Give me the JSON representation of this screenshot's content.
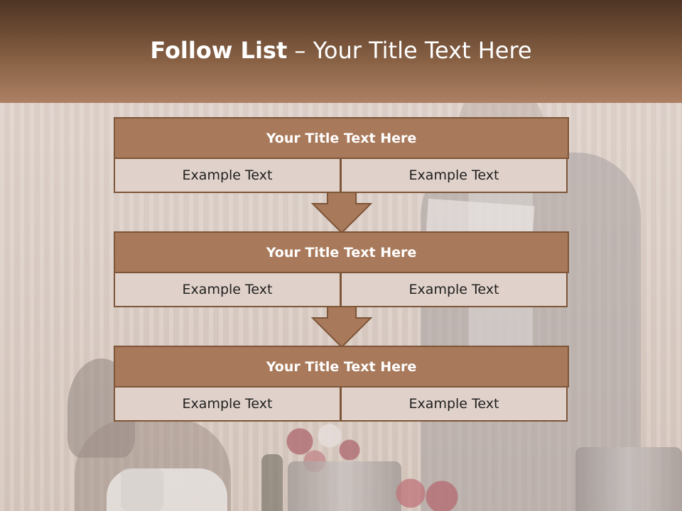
{
  "header": {
    "title_bold": "Follow List",
    "title_separator": " – ",
    "title_rest": "Your Title Text Here"
  },
  "blocks": [
    {
      "title": "Your Title Text Here",
      "left_text": "Example Text",
      "right_text": "Example Text"
    },
    {
      "title": "Your Title Text Here",
      "left_text": "Example Text",
      "right_text": "Example Text"
    },
    {
      "title": "Your Title Text Here",
      "left_text": "Example Text",
      "right_text": "Example Text"
    }
  ],
  "colors": {
    "header_dark": "#4e3524",
    "header_light": "#ad8064",
    "block_title_fill": "#a8795a",
    "block_border": "#7d5538",
    "cell_fill": "#e0d2ca",
    "arrow_fill": "#a8795a"
  },
  "icons": [
    "down-arrow-icon",
    "down-arrow-icon"
  ]
}
